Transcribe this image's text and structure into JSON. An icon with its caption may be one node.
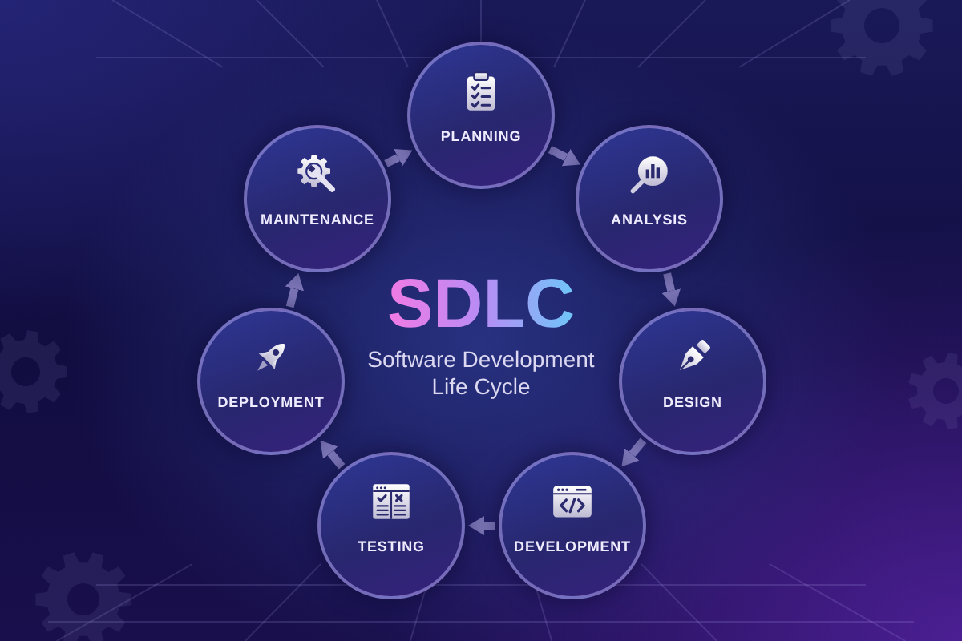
{
  "diagram": {
    "title": "SDLC",
    "nodes": [
      {
        "text": [
          "PLANNING"
        ]
      },
      {
        "text": [
          "ANALYSIS"
        ]
      },
      {
        "text": [
          "DESIGN"
        ]
      },
      {
        "text": [
          "DEVELOPMENT"
        ]
      },
      {
        "text": [
          "TESTING"
        ]
      },
      {
        "text": [
          "DEPLOYMENT"
        ]
      },
      {
        "text": [
          "MAINTENANCE"
        ]
      }
    ],
    "edges": [
      {
        "from": 0,
        "to": 1,
        "arrow": "to"
      },
      {
        "from": 1,
        "to": 2,
        "arrow": "to"
      },
      {
        "from": 2,
        "to": 3,
        "arrow": "to"
      },
      {
        "from": 3,
        "to": 4,
        "arrow": "to"
      },
      {
        "from": 4,
        "to": 5,
        "arrow": "to"
      },
      {
        "from": 5,
        "to": 6,
        "arrow": "to"
      },
      {
        "from": 6,
        "to": 0,
        "arrow": "to"
      }
    ],
    "labels": [
      "Software Development Life Cycle"
    ]
  }
}
